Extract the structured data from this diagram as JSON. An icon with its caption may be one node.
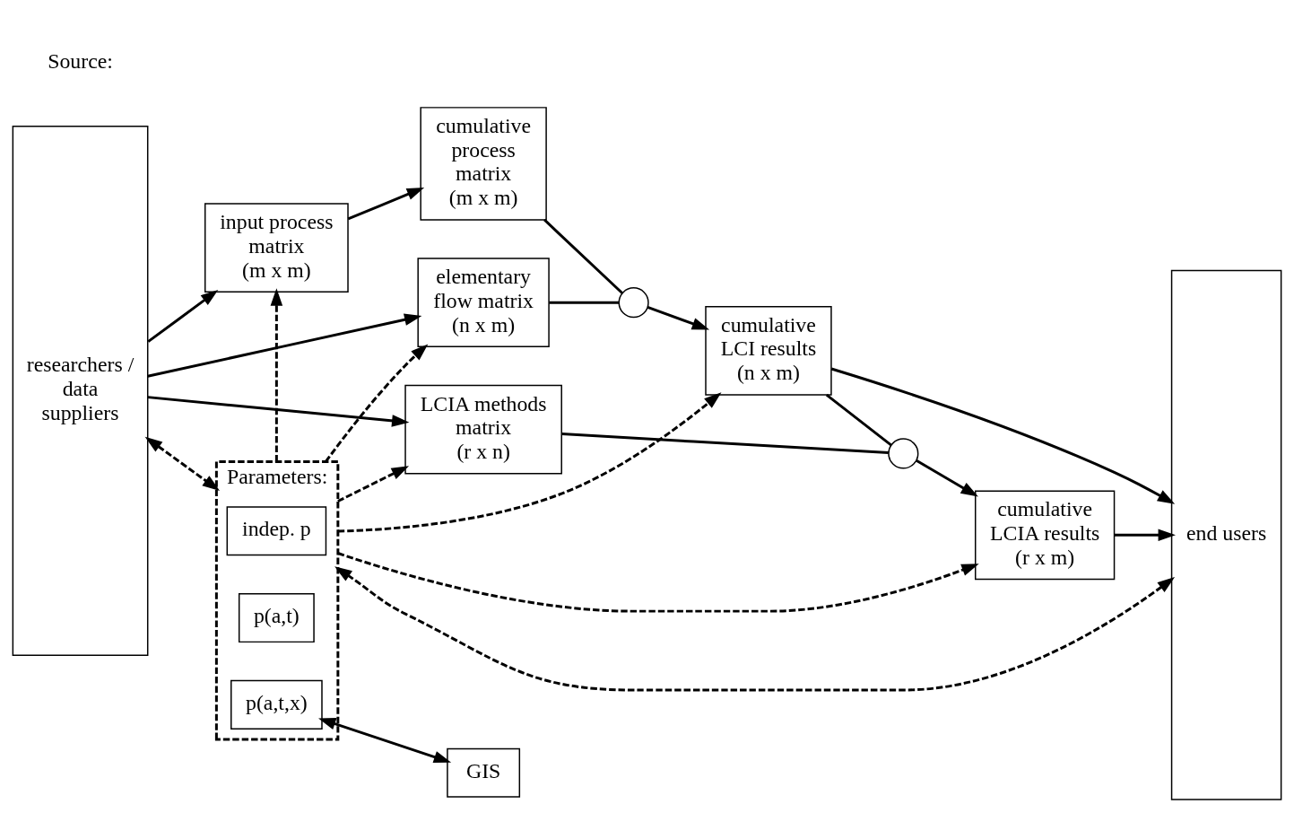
{
  "diagram": {
    "nodes": [
      {
        "text": [
          "researchers / data suppliers"
        ]
      },
      {
        "text": [
          "input process matrix",
          "(m x m)"
        ]
      },
      {
        "text": [
          "cumulative process matrix",
          "(m x m)"
        ]
      },
      {
        "text": [],
        "shape": "circle"
      },
      {
        "text": [
          "elementary flow matrix",
          "(n x m)"
        ]
      },
      {
        "text": [
          "cumulative LCI results",
          "(n x m)"
        ]
      },
      {
        "text": [],
        "shape": "circle"
      },
      {
        "text": [
          "cumulative LCIA results",
          "(r x m)"
        ]
      },
      {
        "text": [
          "LCIA methods matrix",
          "(r x n)"
        ]
      },
      {
        "text": [
          "end users"
        ]
      },
      {
        "text": [
          "Parameters:"
        ]
      },
      {
        "text": [
          "indep. p"
        ],
        "in": 10
      },
      {
        "text": [
          "p(a,t)"
        ],
        "in": 10
      },
      {
        "text": [
          "p(a,t,x)"
        ],
        "in": 10
      },
      {
        "text": [
          "GIS"
        ]
      }
    ],
    "edges": [
      {
        "from": 0,
        "to": 1,
        "arrow": "to"
      },
      {
        "from": 1,
        "to": 2,
        "arrow": "to"
      },
      {
        "from": 2,
        "to": 3,
        "arrow": "none"
      },
      {
        "from": 4,
        "to": 3,
        "arrow": "none"
      },
      {
        "from": 3,
        "to": 5,
        "arrow": "to"
      },
      {
        "from": 5,
        "to": 9,
        "arrow": "to"
      },
      {
        "from": 0,
        "to": 4,
        "arrow": "to"
      },
      {
        "from": 5,
        "to": 6,
        "arrow": "none"
      },
      {
        "from": 8,
        "to": 6,
        "arrow": "none"
      },
      {
        "from": 6,
        "to": 7,
        "arrow": "to"
      },
      {
        "from": 7,
        "to": 9,
        "arrow": "to"
      },
      {
        "from": 0,
        "to": 8,
        "arrow": "to"
      },
      {
        "from": 10,
        "to": 1,
        "arrow": "to",
        "style": "dashed"
      },
      {
        "from": 10,
        "to": 4,
        "arrow": "to",
        "style": "dashed"
      },
      {
        "from": 10,
        "to": 5,
        "arrow": "to",
        "style": "dashed"
      },
      {
        "from": 10,
        "to": 8,
        "arrow": "to",
        "style": "dashed"
      },
      {
        "from": 10,
        "to": 7,
        "arrow": "to",
        "style": "dashed"
      },
      {
        "from": 9,
        "to": 10,
        "arrow": "both",
        "style": "dashed"
      },
      {
        "from": 0,
        "to": 10,
        "arrow": "both",
        "style": "dashed"
      },
      {
        "from": 13,
        "to": 14,
        "arrow": "both"
      }
    ],
    "labels": [
      "Source:"
    ]
  }
}
